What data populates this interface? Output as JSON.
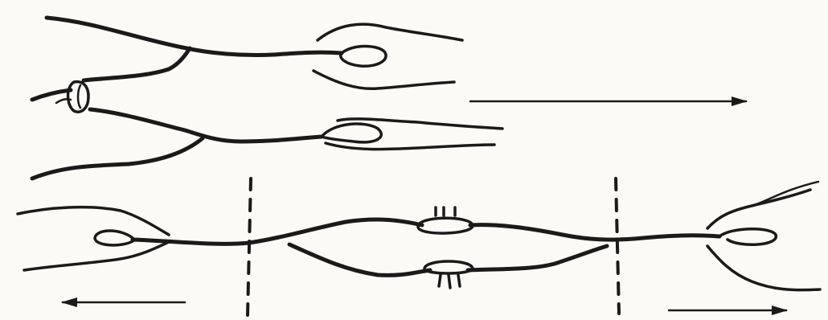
{
  "diagram": {
    "background": "#fbfaf7",
    "ink": "#1a1a1a",
    "panels": [
      {
        "id": "top",
        "arrow_direction": "right"
      },
      {
        "id": "bottom",
        "arrow_directions": [
          "left",
          "right"
        ],
        "dashed_separators": 2
      }
    ]
  }
}
